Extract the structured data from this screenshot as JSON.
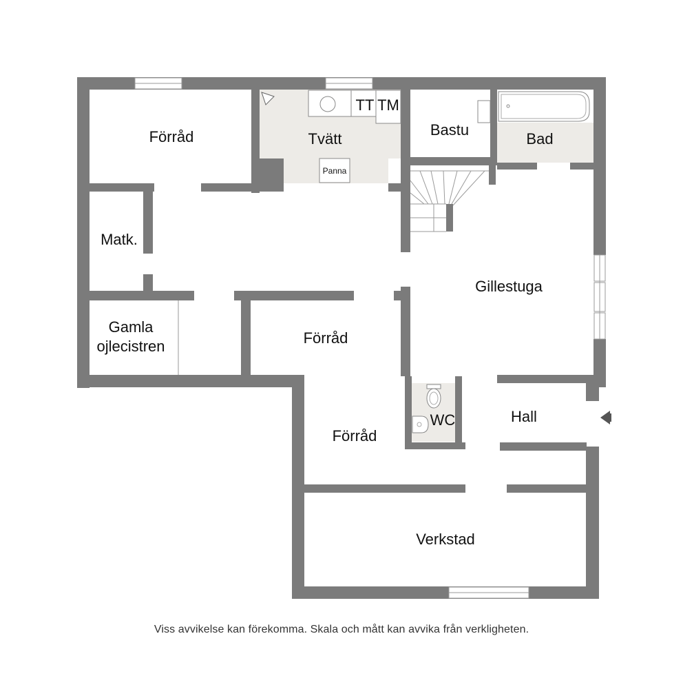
{
  "rooms": {
    "forrad_top": "Förråd",
    "tvatt": "Tvätt",
    "tt": "TT",
    "tm": "TM",
    "panna": "Panna",
    "bastu": "Bastu",
    "bad": "Bad",
    "matk": "Matk.",
    "gillestuga": "Gillestuga",
    "gamla_line1": "Gamla",
    "gamla_line2": "ojlecistren",
    "forrad_mid": "Förråd",
    "forrad_low": "Förråd",
    "wc": "WC",
    "hall": "Hall",
    "verkstad": "Verkstad"
  },
  "disclaimer": "Viss avvikelse kan förekomma. Skala och mått kan avvika från verkligheten.",
  "colors": {
    "wall": "#7b7b7b",
    "wet_room": "#edebe7",
    "background": "#ffffff"
  },
  "icons": {
    "entrance": "entrance-arrow-icon",
    "stairs": "stairs-icon",
    "toilet": "toilet-icon",
    "sink": "sink-icon",
    "bathtub": "bathtub-icon"
  }
}
